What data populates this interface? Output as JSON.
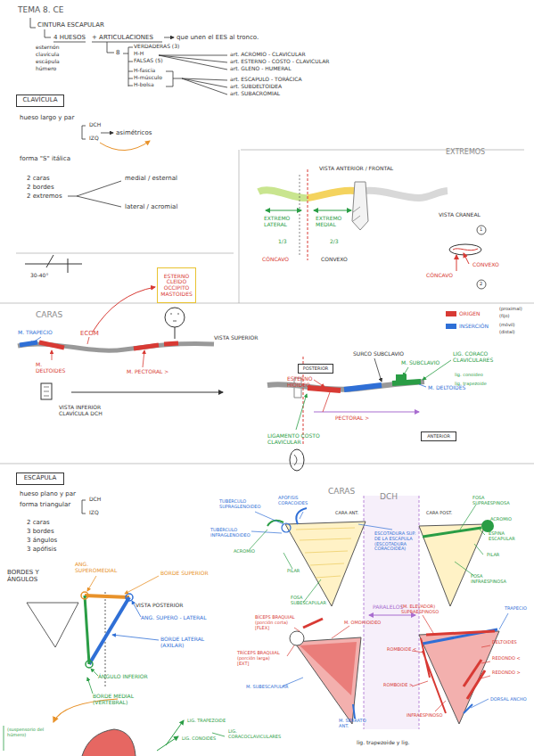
{
  "diagram": {
    "title": "TEMA 8. CE",
    "nodes": [
      {
        "text": [
          "CLAVÍCULA"
        ]
      },
      {
        "text": [
          "ESTERNO CLEIDO OCCIPITO MASTOIDES"
        ]
      },
      {
        "text": [
          "POSTERIOR"
        ]
      },
      {
        "text": [
          "ANTERIOR"
        ]
      },
      {
        "text": [
          "ESCÁPULA"
        ]
      }
    ],
    "labels": [
      "CINTURA ESCAPULAR",
      "4 HUESOS",
      "+ ARTICULACIONES",
      "que unen el EES al tronco.",
      "esternón",
      "clavícula",
      "escápula",
      "húmero",
      "8",
      "VERDADERAS (3)",
      "H-H",
      "FALSAS (5)",
      "H-fascia",
      "H-músculo",
      "H-bolsa",
      "art. ACROMIO - CLAVICULAR",
      "art. ESTERNO - COSTO - CLAVICULAR",
      "art. GLENO - HUMERAL",
      "art. ESCAPULO - TORÁCICA",
      "art. SUBDELTOIDEA",
      "art. SUBACROMIAL",
      "hueso largo y par",
      "DCH",
      "IZQ",
      "asimétricos",
      "forma \"S\" itálica",
      "2 caras",
      "2 bordes",
      "2 extremos",
      "medial / esternal",
      "lateral / acromial",
      "EXTREMOS",
      "VISTA ANTERIOR / FRONTAL",
      "EXTREMO LATERAL",
      "EXTREMO MEDIAL",
      "1/3",
      "2/3",
      "CÓNCAVO",
      "CONVEXO",
      "VISTA CRANEAL",
      "1",
      "CONVEXO",
      "CÓNCAVO",
      "2",
      "30-40°",
      "CARAS",
      "M. TRAPECIO",
      "ECOM",
      "M. DELTOIDES",
      "M. PECTORAL >",
      "VISTA SUPERIOR",
      "(proximal)",
      "(fijo)",
      "(móvil)",
      "(distal)",
      "VISTA INFERIOR CLAVÍCULA DCH",
      "ESTERNO HIOIDEO",
      "SURCO SUBCLAVIO",
      "M. SUBCLAVIO",
      "M. DELTOIDES",
      "LIG. CORACO CLAVICULARES",
      "lig. conoideo",
      "lig. trapezoide",
      "PECTORAL >",
      "LIGAMENTO COSTO CLAVICULAR",
      "hueso plano y par",
      "forma triangular",
      "DCH",
      "IZQ",
      "2 caras",
      "3 bordes",
      "3 ángulos",
      "3 apófisis",
      "BORDES Y ÁNGULOS",
      "ANG. SUPEROMEDIAL",
      "BORDE SUPERIOR",
      "VISTA POSTERIOR",
      "ANG. SUPERO - LATERAL",
      "BORDE LATERAL (AXILAR)",
      "ÁNGULO INFERIOR",
      "BORDE MEDIAL (VERTEBRAL)",
      "CARAS",
      "DCH",
      "CARA ANT.",
      "CARA POST.",
      "TUBÉRCULO SUPRAGLENOIDEO",
      "APÓFISIS CORACOIDES",
      "TUBÉRCULO INFRAGLENOIDEO",
      "ACROMIO",
      "PILAR",
      "ESCOTADURA SUP. DE LA ESCÁPULA (ESCOTADURA CORACOIDEA)",
      "FOSA SUPRAESPINOSA",
      "ACROMIO",
      "ESPINA ESCAPULAR",
      "PILAR",
      "FOSA INFRAESPINOSA",
      "PARALELOS",
      "FOSA SUBESCAPULAR",
      "BÍCEPS BRAQUIAL (porción corta) [FLEX]",
      "M. OMOHIOIDEO",
      "TRÍCEPS BRAQUIAL (porción larga) [EXT]",
      "M. SUBESCAPULAR",
      "M. SERRATO ANT.",
      "(M. ELEVADOR) SUPRAESPINOSO",
      "TRAPECIO",
      "ROMBOIDE <",
      "DELTOIDES",
      "ROMBOIDE >",
      "REDONDO <",
      "REDONDO >",
      "DORSAL ANCHO",
      "INFRAESPINOSO",
      "LIG. TRAPEZOIDE",
      "LIG. CONOIDES",
      "LIG. CORACOCLAVICULARES",
      "(suspensorio del húmero)",
      "lig. trapezoide y lig."
    ],
    "legend": [
      {
        "text": "ORIGEN",
        "color": "#d83a34"
      },
      {
        "text": "INSERCIÓN",
        "color": "#2f6fd6"
      }
    ]
  }
}
